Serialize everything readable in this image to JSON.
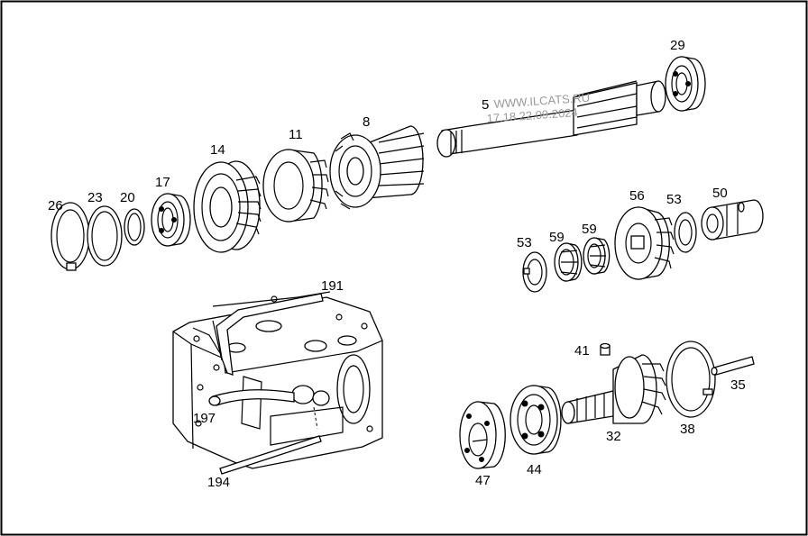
{
  "diagram": {
    "parts": [
      {
        "id": "part-26",
        "label": "26"
      },
      {
        "id": "part-23",
        "label": "23"
      },
      {
        "id": "part-20",
        "label": "20"
      },
      {
        "id": "part-17",
        "label": "17"
      },
      {
        "id": "part-14",
        "label": "14"
      },
      {
        "id": "part-11",
        "label": "11"
      },
      {
        "id": "part-8",
        "label": "8"
      },
      {
        "id": "part-5",
        "label": "5"
      },
      {
        "id": "part-29",
        "label": "29"
      },
      {
        "id": "part-53a",
        "label": "53"
      },
      {
        "id": "part-59a",
        "label": "59"
      },
      {
        "id": "part-59b",
        "label": "59"
      },
      {
        "id": "part-56",
        "label": "56"
      },
      {
        "id": "part-53b",
        "label": "53"
      },
      {
        "id": "part-50",
        "label": "50"
      },
      {
        "id": "part-191",
        "label": "191"
      },
      {
        "id": "part-197",
        "label": "197"
      },
      {
        "id": "part-194",
        "label": "194"
      },
      {
        "id": "part-41",
        "label": "41"
      },
      {
        "id": "part-35",
        "label": "35"
      },
      {
        "id": "part-38",
        "label": "38"
      },
      {
        "id": "part-32",
        "label": "32"
      },
      {
        "id": "part-44",
        "label": "44"
      },
      {
        "id": "part-47",
        "label": "47"
      }
    ],
    "watermark": {
      "line1": "WWW.ILCATS.RU",
      "line2": "17.18 22.09.2024"
    }
  }
}
